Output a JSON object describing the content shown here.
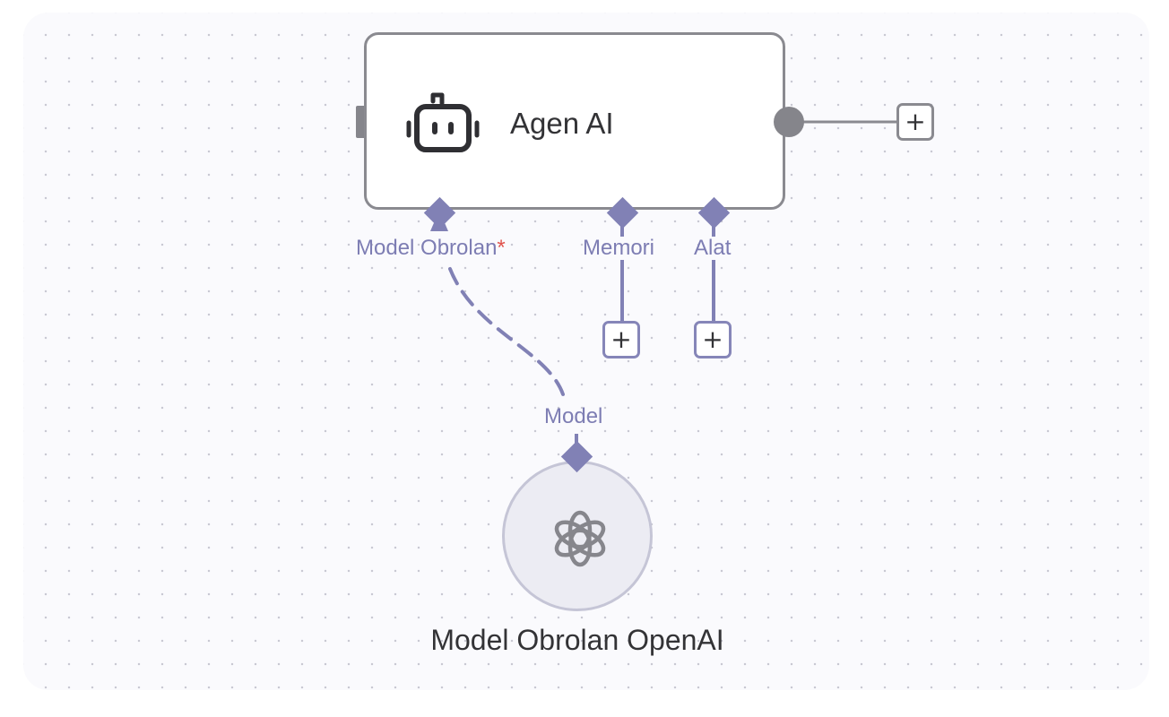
{
  "agent_node": {
    "title": "Agen AI",
    "icon": "robot-icon",
    "ports": [
      {
        "label": "Model Obrolan",
        "required_mark": "*"
      },
      {
        "label": "Memori"
      },
      {
        "label": "Alat"
      }
    ],
    "add_output_label": "+",
    "add_memory_label": "+",
    "add_tool_label": "+"
  },
  "model_node": {
    "port_label": "Model",
    "title": "Model Obrolan OpenAI",
    "icon": "openai-icon"
  },
  "colors": {
    "connector": "#8181b5",
    "node_border": "#8a8a90",
    "required": "#e0534c",
    "canvas_dot": "#c9c9d3"
  }
}
